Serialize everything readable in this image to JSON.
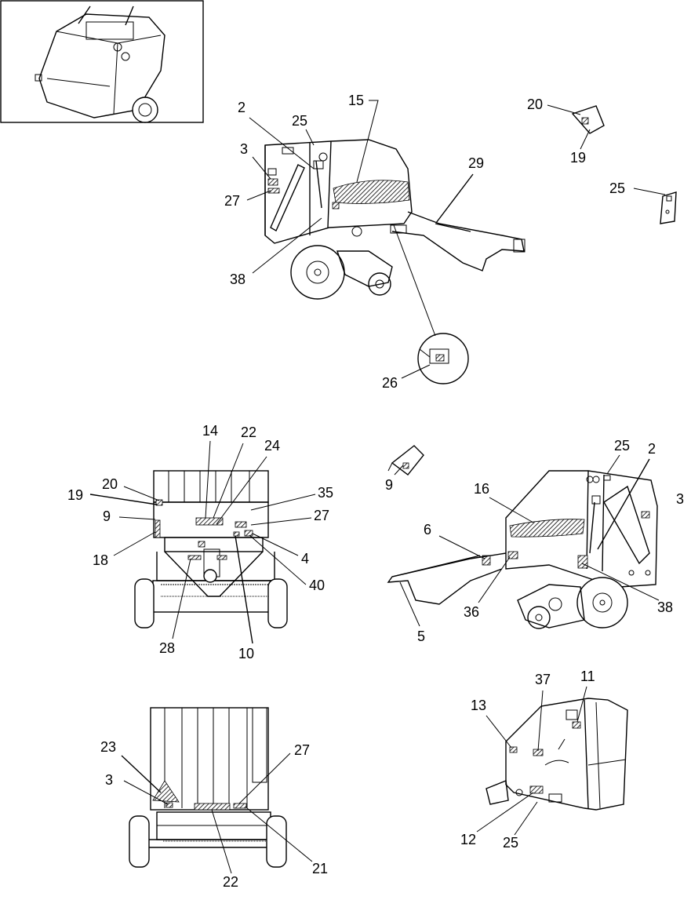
{
  "colors": {
    "ink": "#000000",
    "paper": "#ffffff"
  },
  "callouts": {
    "top_side": [
      "2",
      "25",
      "15",
      "3",
      "27",
      "29",
      "38",
      "26"
    ],
    "top_right": [
      "20",
      "19",
      "25"
    ],
    "rear": [
      "14",
      "22",
      "24",
      "19",
      "20",
      "35",
      "9",
      "27",
      "18",
      "4",
      "40",
      "28",
      "10"
    ],
    "left_side": [
      "25",
      "2",
      "9",
      "16",
      "3",
      "6",
      "36",
      "38",
      "5"
    ],
    "rear_lower": [
      "23",
      "27",
      "3",
      "22",
      "21"
    ],
    "tailgate": [
      "37",
      "11",
      "13",
      "12",
      "25"
    ]
  }
}
